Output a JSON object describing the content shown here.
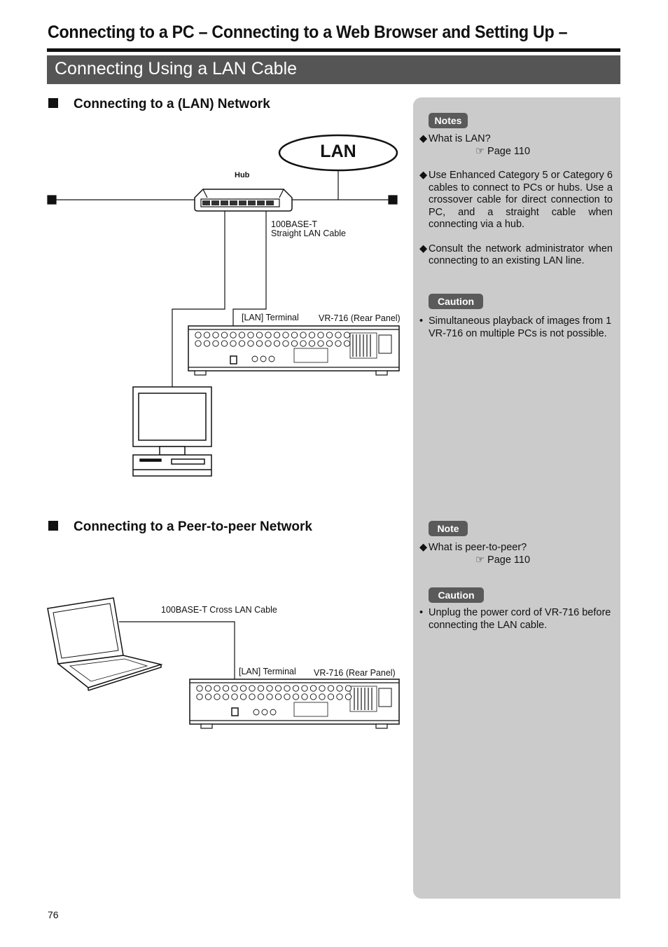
{
  "header": {
    "title": "Connecting to a PC – Connecting to a Web Browser and Setting Up –",
    "section": "Connecting Using a LAN Cable"
  },
  "lan_network": {
    "heading": "Connecting to a (LAN) Network",
    "lan_label": "LAN",
    "hub_label": "Hub",
    "cable_label_1": "100BASE-T",
    "cable_label_2": "Straight LAN Cable",
    "terminal_label": "[LAN] Terminal",
    "device_label": "VR-716 (Rear Panel)"
  },
  "peer_network": {
    "heading": "Connecting to a Peer-to-peer Network",
    "cable_label": "100BASE-T Cross LAN Cable",
    "terminal_label": "[LAN] Terminal",
    "device_label": "VR-716 (Rear Panel)"
  },
  "sidebar": {
    "notes_label": "Notes",
    "notes": [
      {
        "bullet": "◆",
        "text": "What is LAN?",
        "ref": "☞ Page 110"
      },
      {
        "bullet": "◆",
        "text": "Use Enhanced Category 5 or Category 6 cables to connect to PCs or hubs. Use a crossover cable for direct connection to PC, and a straight cable when connecting via a hub."
      },
      {
        "bullet": "◆",
        "text": "Consult the network administrator when connecting to an existing LAN line."
      }
    ],
    "caution1_label": "Caution",
    "caution1": {
      "bullet": "•",
      "text": "Simultaneous playback of images from 1 VR-716 on multiple PCs is not possible."
    },
    "note_label": "Note",
    "note": {
      "bullet": "◆",
      "text": "What is peer-to-peer?",
      "ref": "☞ Page 110"
    },
    "caution2_label": "Caution",
    "caution2": {
      "bullet": "•",
      "text": "Unplug the power cord of VR-716 before connecting the LAN cable."
    }
  },
  "footer": {
    "page_number": "76"
  }
}
